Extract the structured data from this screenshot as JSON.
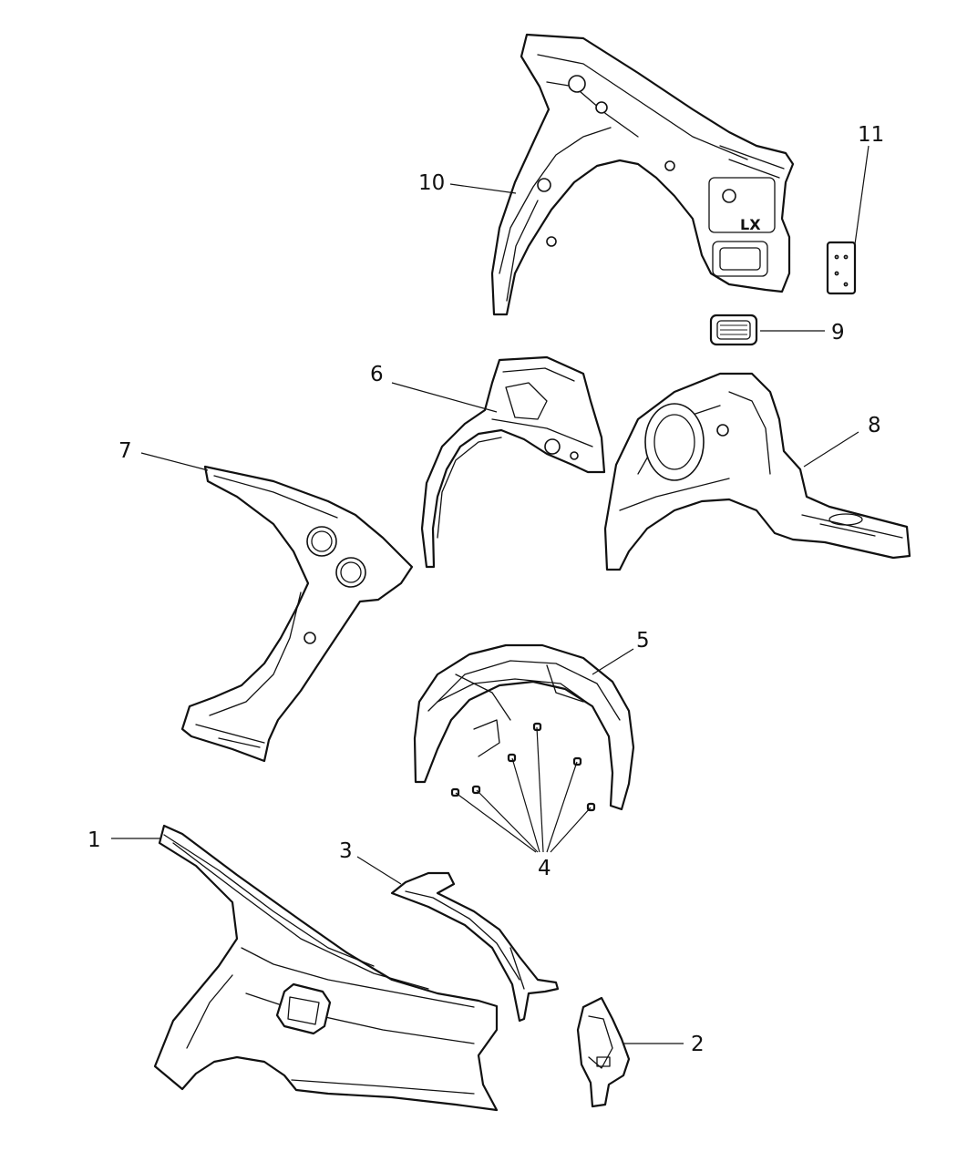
{
  "diagram": {
    "callouts": [
      {
        "number": "1"
      },
      {
        "number": "2"
      },
      {
        "number": "3"
      },
      {
        "number": "4"
      },
      {
        "number": "5"
      },
      {
        "number": "6"
      },
      {
        "number": "7"
      },
      {
        "number": "8"
      },
      {
        "number": "9"
      },
      {
        "number": "10"
      },
      {
        "number": "11"
      }
    ],
    "stamp_text": "LX"
  }
}
